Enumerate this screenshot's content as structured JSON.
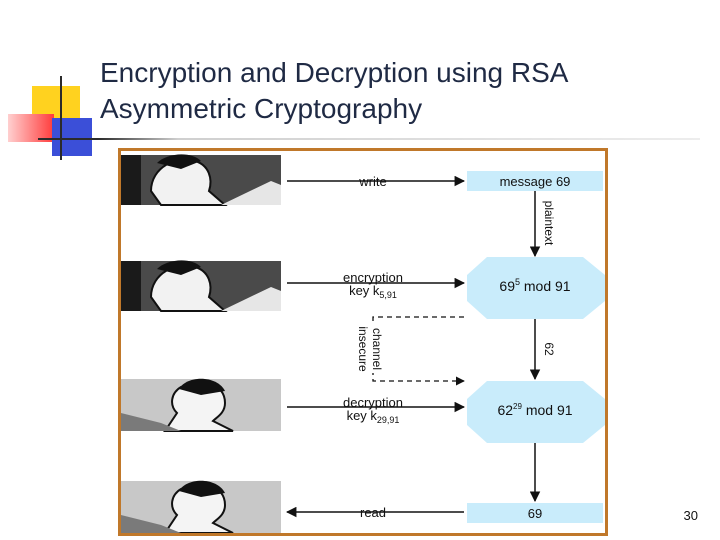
{
  "slide": {
    "title_line1": "Encryption and Decryption using RSA",
    "title_line2": "Asymmetric Cryptography",
    "page_number": "30"
  },
  "diagram": {
    "steps": [
      {
        "label": "write",
        "box": "message 69"
      },
      {
        "label_line1": "encryption",
        "label_line2": "key k",
        "key_sub": "5,91",
        "box_base": "69",
        "box_exp": "5",
        "box_rest": " mod 91"
      },
      {
        "label_line1": "decryption",
        "label_line2": "key k",
        "key_sub": "29,91",
        "box_base": "62",
        "box_exp": "29",
        "box_rest": " mod 91"
      },
      {
        "label": "read",
        "box": "69"
      }
    ],
    "plaintext_label": "plaintext",
    "ciphertext_label": "62",
    "insecure_line1": "insecure",
    "insecure_line2": "channel"
  },
  "colors": {
    "accent_blue": "#3b4fd8",
    "accent_red": "#ff3b3b",
    "accent_yellow": "#ffd21f",
    "frame_border": "#c0782a",
    "box_fill": "#c9ecfb"
  }
}
